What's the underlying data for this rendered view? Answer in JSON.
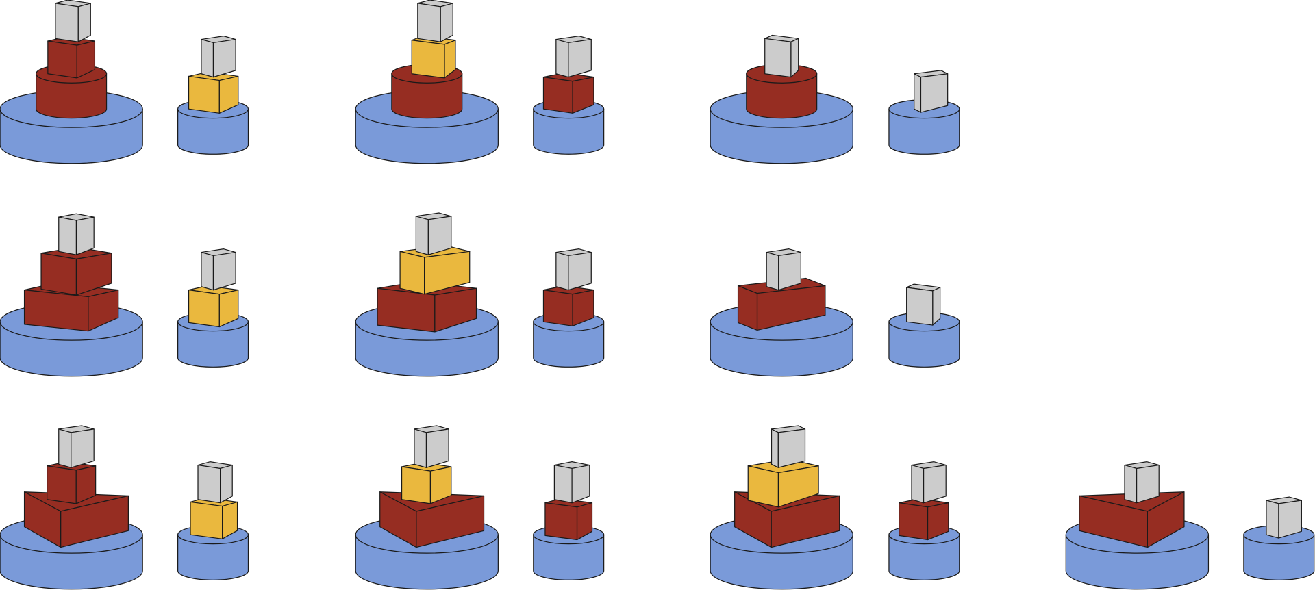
{
  "colors": {
    "blue": "#7a9ad9",
    "red": "#962d22",
    "yellow": "#eab83e",
    "gray": "#cccccc"
  },
  "stacks": [
    {
      "row": 1,
      "base": "large-blue-cylinder",
      "layers": [
        "red-cylinder",
        "red-block",
        "gray-prism"
      ]
    },
    {
      "row": 1,
      "base": "small-blue-cylinder",
      "layers": [
        "yellow-block",
        "gray-prism"
      ]
    },
    {
      "row": 1,
      "base": "large-blue-cylinder",
      "layers": [
        "red-cylinder",
        "yellow-block",
        "gray-prism"
      ]
    },
    {
      "row": 1,
      "base": "small-blue-cylinder",
      "layers": [
        "red-block",
        "gray-prism"
      ]
    },
    {
      "row": 1,
      "base": "large-blue-cylinder",
      "layers": [
        "red-cylinder",
        "gray-prism"
      ]
    },
    {
      "row": 1,
      "base": "small-blue-cylinder",
      "layers": [
        "gray-prism"
      ]
    },
    {
      "row": 2,
      "base": "large-blue-cylinder",
      "layers": [
        "red-wide-block",
        "red-block",
        "gray-prism"
      ]
    },
    {
      "row": 2,
      "base": "small-blue-cylinder",
      "layers": [
        "yellow-block",
        "gray-prism"
      ]
    },
    {
      "row": 2,
      "base": "large-blue-cylinder",
      "layers": [
        "red-wide-block",
        "yellow-wide-block",
        "gray-prism"
      ]
    },
    {
      "row": 2,
      "base": "small-blue-cylinder",
      "layers": [
        "red-block",
        "gray-prism"
      ]
    },
    {
      "row": 2,
      "base": "large-blue-cylinder",
      "layers": [
        "red-wide-block",
        "gray-prism"
      ]
    },
    {
      "row": 2,
      "base": "small-blue-cylinder",
      "layers": [
        "gray-prism"
      ]
    },
    {
      "row": 3,
      "base": "large-blue-cylinder",
      "layers": [
        "red-wedge",
        "red-block",
        "gray-prism"
      ]
    },
    {
      "row": 3,
      "base": "small-blue-cylinder",
      "layers": [
        "yellow-block",
        "gray-prism"
      ]
    },
    {
      "row": 3,
      "base": "large-blue-cylinder",
      "layers": [
        "red-wedge",
        "yellow-block",
        "gray-prism"
      ]
    },
    {
      "row": 3,
      "base": "small-blue-cylinder",
      "layers": [
        "red-block",
        "gray-prism"
      ]
    },
    {
      "row": 3,
      "base": "large-blue-cylinder",
      "layers": [
        "red-wedge",
        "yellow-wide-block",
        "gray-prism"
      ]
    },
    {
      "row": 3,
      "base": "small-blue-cylinder",
      "layers": [
        "red-block",
        "gray-prism"
      ]
    },
    {
      "row": 3,
      "base": "large-blue-cylinder",
      "layers": [
        "red-wedge",
        "gray-prism"
      ]
    },
    {
      "row": 3,
      "base": "small-blue-cylinder",
      "layers": [
        "gray-prism"
      ]
    }
  ]
}
